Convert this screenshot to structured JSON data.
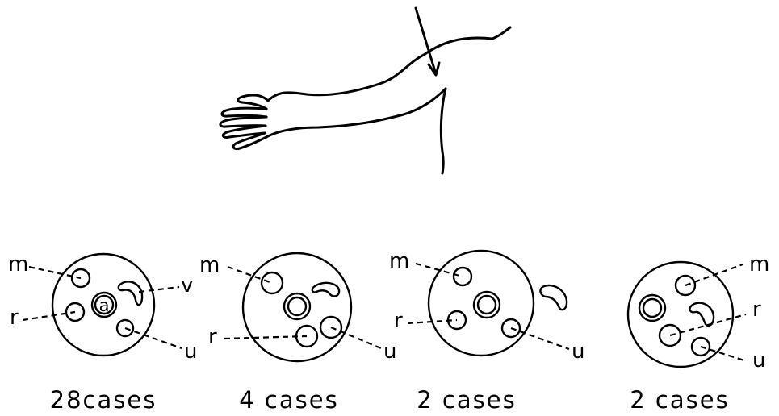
{
  "panels": [
    {
      "caption": "28cases",
      "labels": {
        "m": "m",
        "r": "r",
        "v": "v",
        "u": "u",
        "a": "a"
      }
    },
    {
      "caption": "4 cases",
      "labels": {
        "m": "m",
        "r": "r",
        "u": "u"
      }
    },
    {
      "caption": "2 cases",
      "labels": {
        "m": "m",
        "r": "r",
        "u": "u"
      }
    },
    {
      "caption": "2 cases",
      "labels": {
        "m": "m",
        "r": "r",
        "u": "u"
      }
    }
  ]
}
